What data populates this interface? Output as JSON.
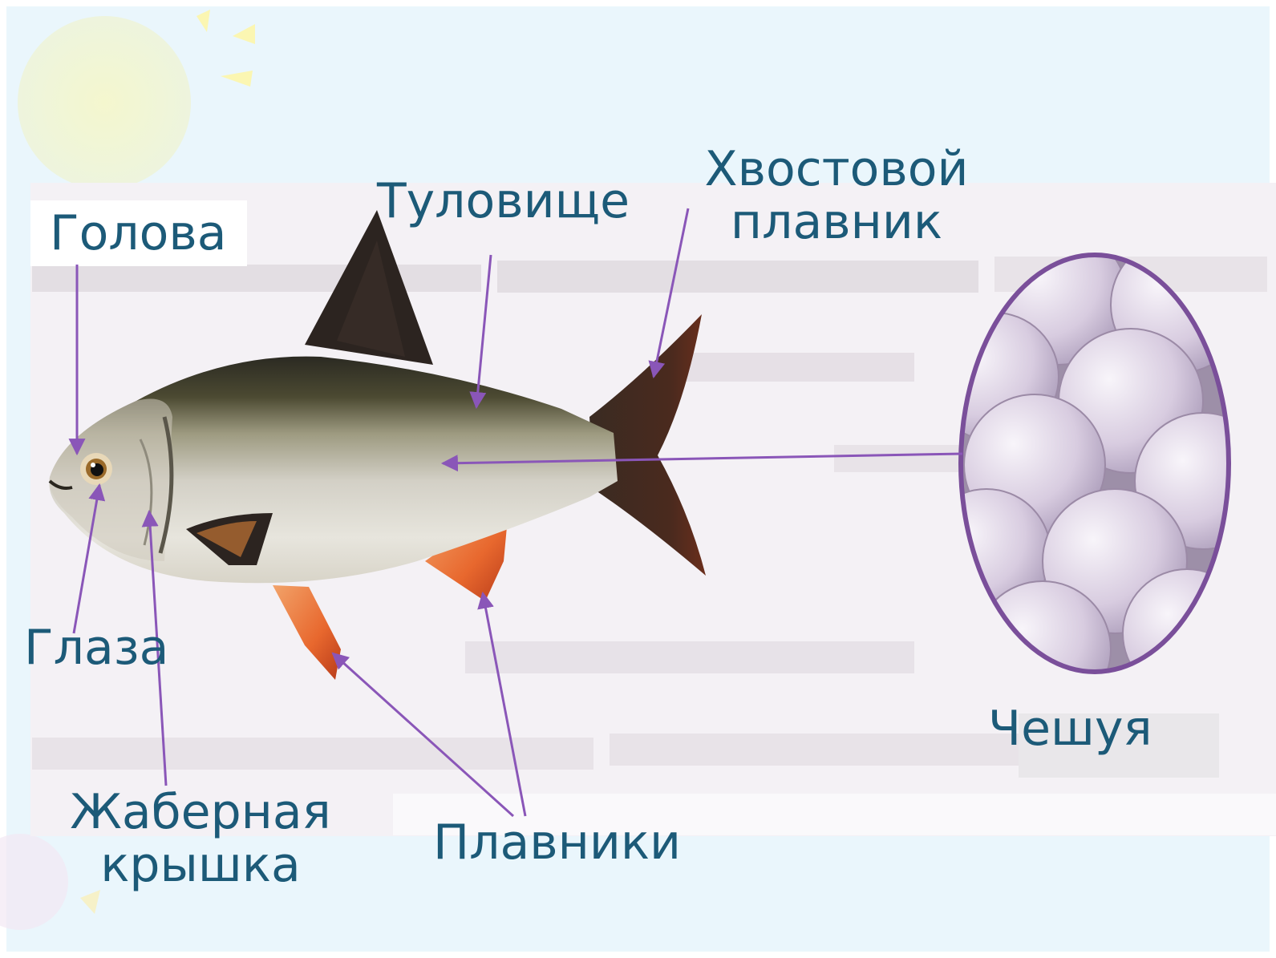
{
  "colors": {
    "label_text": "#1c5a78",
    "pointer_line": "#8a56b8",
    "slide_background": "#eaf6fc",
    "paper": "#f4f1f5"
  },
  "labels": {
    "head": "Голова",
    "body": "Туловище",
    "tail_fin": {
      "line1": "Хвостовой",
      "line2": "плавник"
    },
    "eyes": "Глаза",
    "gill_cover": {
      "line1": "Жаберная",
      "line2": "крышка"
    },
    "fins": "Плавники",
    "scales": "Чешуя"
  }
}
